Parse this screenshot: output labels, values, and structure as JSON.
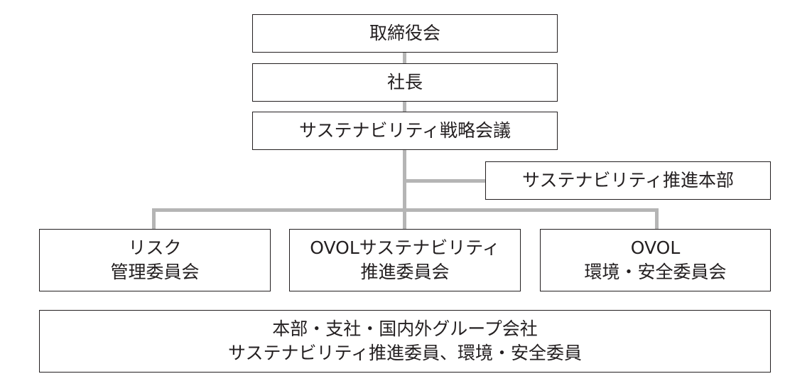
{
  "diagram": {
    "board": {
      "label": "取締役会"
    },
    "president": {
      "label": "社長"
    },
    "strategy_council": {
      "label": "サステナビリティ戦略会議"
    },
    "promotion_hq": {
      "label": "サステナビリティ推進本部"
    },
    "committees": [
      {
        "lines": [
          "リスク",
          "管理委員会"
        ]
      },
      {
        "lines": [
          "OVOLサステナビリティ",
          "推進委員会"
        ]
      },
      {
        "lines": [
          "OVOL",
          "環境・安全委員会"
        ]
      }
    ],
    "members": {
      "lines": [
        "本部・支社・国内外グループ会社",
        "サステナビリティ推進委員、環境・安全委員"
      ]
    }
  },
  "colors": {
    "connector": "#b5b5b5",
    "border": "#231f20",
    "text": "#231f20"
  }
}
